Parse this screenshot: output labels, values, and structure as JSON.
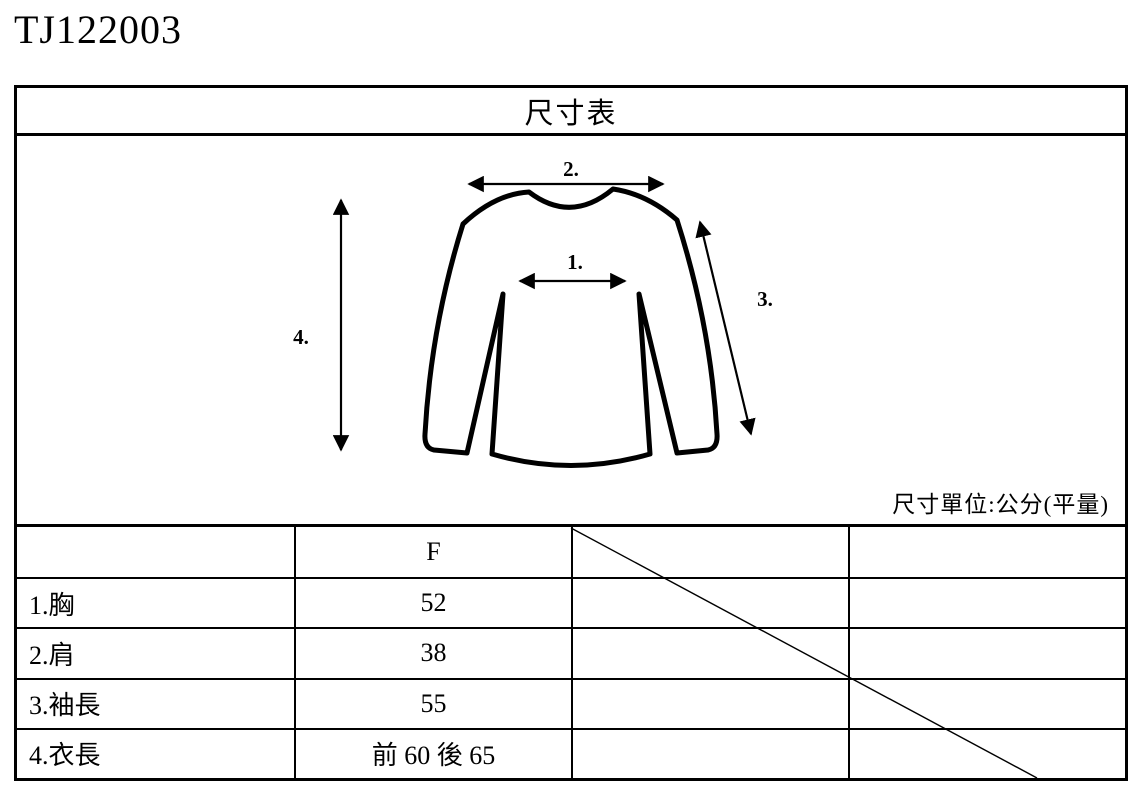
{
  "page": {
    "product_code": "TJ122003"
  },
  "size_chart": {
    "title": "尺寸表",
    "unit_note": "尺寸單位:公分(平量)",
    "diagram_labels": {
      "chest": "1.",
      "shoulder": "2.",
      "sleeve": "3.",
      "length": "4."
    },
    "table": {
      "size_column_header": "F",
      "rows": [
        {
          "label": "1.胸",
          "value": "52"
        },
        {
          "label": "2.肩",
          "value": "38"
        },
        {
          "label": "3.袖長",
          "value": "55"
        },
        {
          "label": "4.衣長",
          "value": "前 60 後 65"
        }
      ]
    }
  },
  "colors": {
    "ink": "#000000",
    "background": "#ffffff"
  }
}
